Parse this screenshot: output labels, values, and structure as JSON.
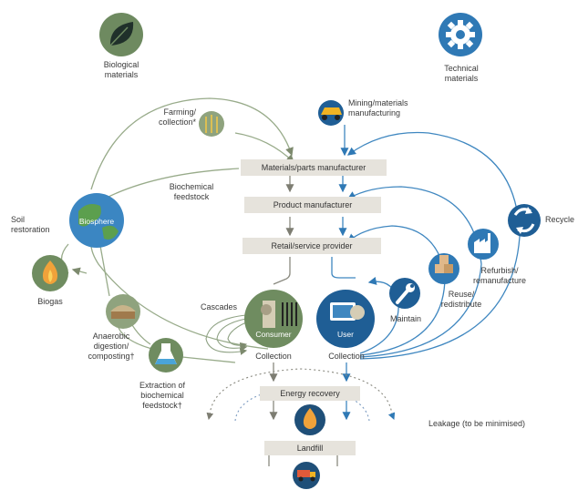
{
  "categories": {
    "biological": "Biological\nmaterials",
    "technical": "Technical\nmaterials"
  },
  "process_boxes": {
    "materials": "Materials/parts manufacturer",
    "product": "Product manufacturer",
    "retail": "Retail/service provider",
    "energy": "Energy recovery",
    "landfill": "Landfill"
  },
  "bio_labels": {
    "farming": "Farming/\ncollection",
    "farming_mark": "*",
    "biochemical_feedstock": "Biochemical\nfeedstock",
    "soil_restoration": "Soil\nrestoration",
    "biosphere": "Biosphere",
    "biogas": "Biogas",
    "anaerobic": "Anaerobic\ndigestion/\ncomposting",
    "anaerobic_mark": "†",
    "extraction": "Extraction of\nbiochemical\nfeedstock",
    "extraction_mark": "†",
    "cascades": "Cascades",
    "consumer": "Consumer",
    "consumer_collection": "Collection"
  },
  "tech_labels": {
    "mining": "Mining/materials\nmanufacturing",
    "recycle": "Recycle",
    "refurbish": "Refurbish/\nremanufacture",
    "reuse": "Reuse/\nredistribute",
    "maintain": "Maintain",
    "user": "User",
    "user_collection": "Collection",
    "leakage": "Leakage (to be minimised)"
  },
  "colors": {
    "bio_green": "#7a9a6a",
    "bio_dark": "#56734a",
    "tech_blue": "#2f79b5",
    "tech_dark": "#1f5e95",
    "box_fill": "#e6e3dc",
    "gray_arrow": "#7d7d72"
  },
  "icons": {
    "biological": "leaf-icon",
    "technical": "gear-icon",
    "farming": "wheat-icon",
    "biosphere": "globe-icon",
    "biogas": "flame-icon",
    "anaerobic": "compost-icon",
    "extraction": "flask-icon",
    "consumer": "consumer-icon",
    "user": "user-computer-icon",
    "mining": "mining-truck-icon",
    "recycle": "recycle-icon",
    "refurbish": "factory-icon",
    "reuse": "boxes-icon",
    "maintain": "wrench-icon",
    "energy": "flame-icon",
    "landfill": "truck-icon"
  }
}
